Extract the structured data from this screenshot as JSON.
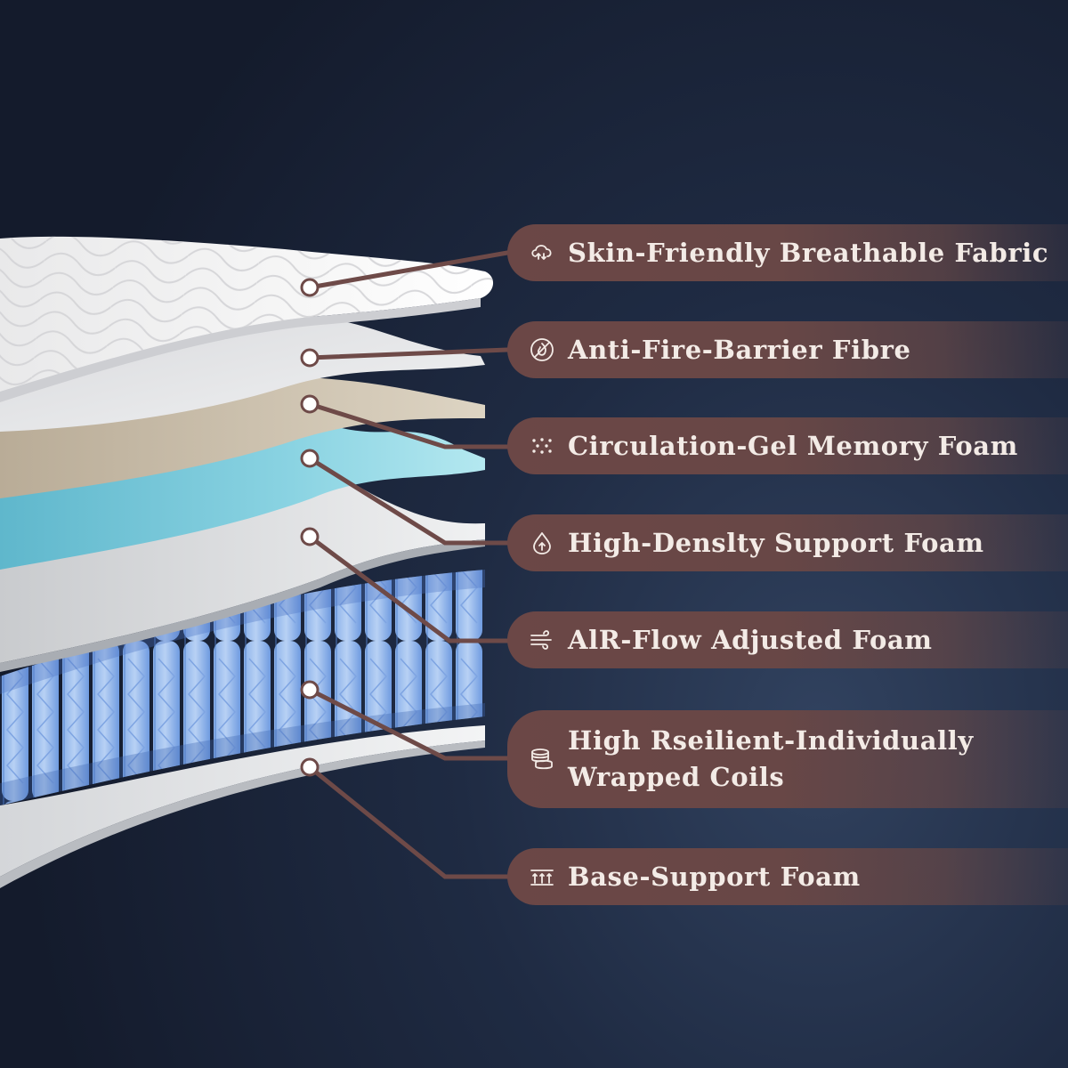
{
  "labels": [
    {
      "text": "Skin-Friendly Breathable Fabric",
      "icon": "breathable-cloud-icon"
    },
    {
      "text": "Anti-Fire-Barrier Fibre",
      "icon": "no-fire-icon"
    },
    {
      "text": "Circulation-Gel Memory Foam",
      "icon": "gel-dots-icon"
    },
    {
      "text": "High-Denslty Support Foam",
      "icon": "droplet-up-icon"
    },
    {
      "text": "AlR-Flow Adjusted Foam",
      "icon": "air-flow-icon"
    },
    {
      "line1": "High Rseilient-Individually",
      "line2": "Wrapped Coils",
      "icon": "coil-stack-icon"
    },
    {
      "text": "Base-Support Foam",
      "icon": "base-support-icon"
    }
  ],
  "colors": {
    "pill": "#6b4746",
    "connector": "#6e4a48",
    "text": "#f3ebe6",
    "fabric": "#f2f2f2",
    "barrier": "#e6e7e9",
    "memory_foam": "#cfc4b1",
    "gel": "#8fd3e0",
    "support_foam": "#e8eaec",
    "coils": "#5d8fd9",
    "base": "#eef0f2"
  }
}
